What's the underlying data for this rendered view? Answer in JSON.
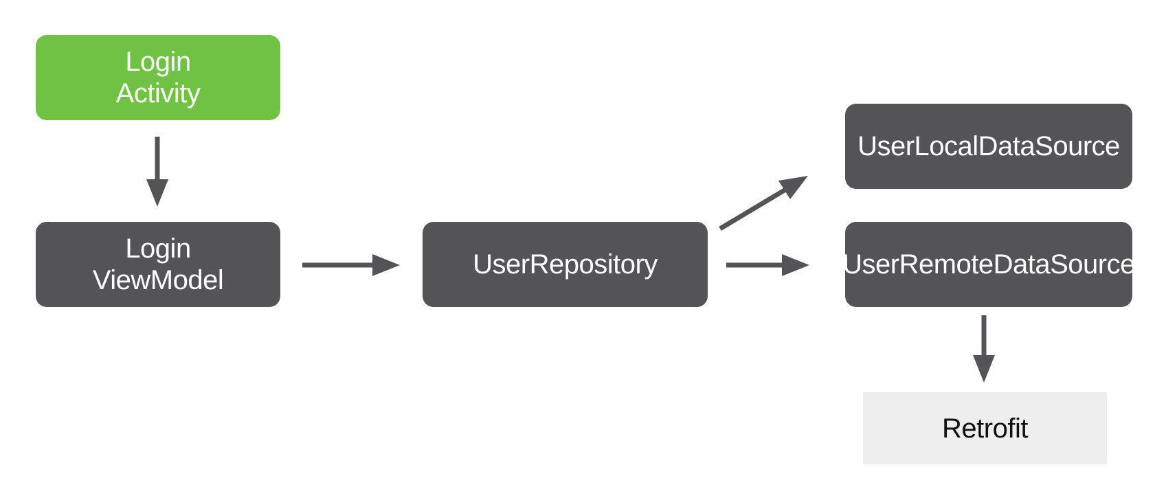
{
  "diagram": {
    "colors": {
      "background": "#FFFFFF",
      "node_green": "#70C245",
      "node_dark": "#545456",
      "node_light": "#EEEEEE",
      "arrow": "#545456",
      "text_light": "#FFFFFF",
      "text_dark": "#111111"
    },
    "nodes": [
      {
        "id": "login-activity",
        "lines": [
          "Login",
          "Activity"
        ],
        "style": "green"
      },
      {
        "id": "login-viewmodel",
        "lines": [
          "Login",
          "ViewModel"
        ],
        "style": "dark"
      },
      {
        "id": "user-repository",
        "lines": [
          "UserRepository"
        ],
        "style": "dark"
      },
      {
        "id": "user-local-datasource",
        "lines": [
          "UserLocalDataSource"
        ],
        "style": "dark"
      },
      {
        "id": "user-remote-datasource",
        "lines": [
          "UserRemoteDataSource"
        ],
        "style": "dark"
      },
      {
        "id": "retrofit",
        "lines": [
          "Retrofit"
        ],
        "style": "light"
      }
    ],
    "edges": [
      {
        "from": "login-activity",
        "to": "login-viewmodel",
        "direction": "down"
      },
      {
        "from": "login-viewmodel",
        "to": "user-repository",
        "direction": "right"
      },
      {
        "from": "user-repository",
        "to": "user-local-datasource",
        "direction": "up-right"
      },
      {
        "from": "user-repository",
        "to": "user-remote-datasource",
        "direction": "right"
      },
      {
        "from": "user-remote-datasource",
        "to": "retrofit",
        "direction": "down"
      }
    ]
  }
}
